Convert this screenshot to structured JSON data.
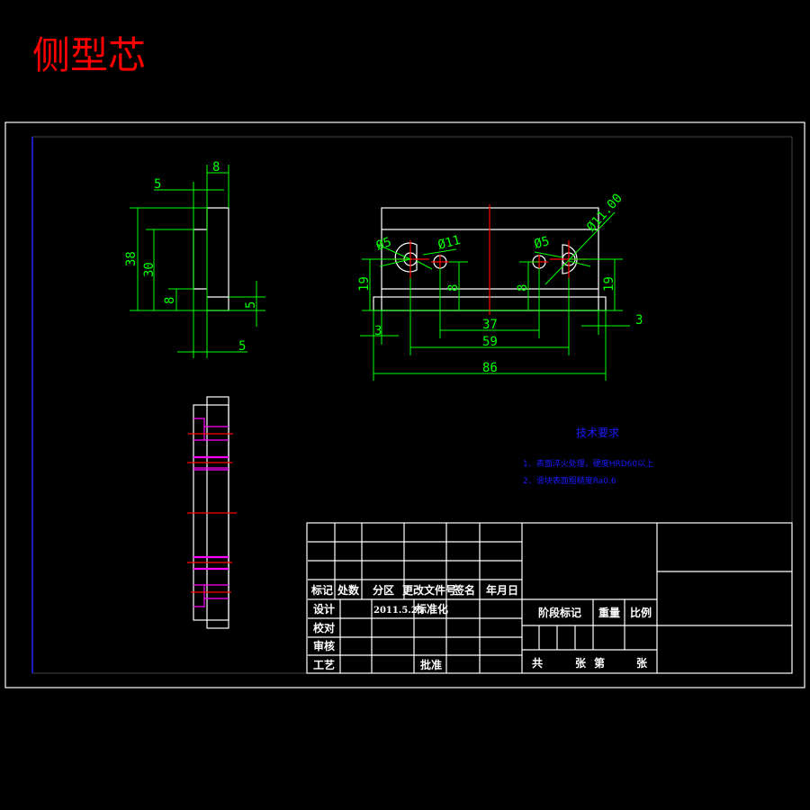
{
  "drawing_title": "侧型芯",
  "colors": {
    "background": "#000000",
    "outline": "#ffffff",
    "dimension": "#00ff00",
    "centerline": "#ff0000",
    "hidden": "#ff00ff",
    "notes": "#1a1aff"
  },
  "top_view_dims": {
    "d_8": "8",
    "d_5_top": "5",
    "d_38": "38",
    "d_30": "30",
    "d_8_left": "8",
    "d_5_right": "5",
    "d_5_bottom": "5"
  },
  "front_view_dims": {
    "dia5_left": "Ø5",
    "dia11_left": "Ø11",
    "dia5_right": "Ø5",
    "dia11_right": "Ø11.00",
    "d_19_left": "19",
    "d_8_left": "8",
    "d_8_right": "8",
    "d_19_right": "19",
    "d_37": "37",
    "d_3_left": "3",
    "d_3_right": "3",
    "d_59": "59",
    "d_86": "86"
  },
  "tech_requirements": {
    "heading": "技术要求",
    "items": [
      "1、表面淬火处理，硬度HRD60以上",
      "2、滑块表面粗糙度Ra0.6"
    ]
  },
  "title_block": {
    "header_row": [
      "标记",
      "处数",
      "分区",
      "更改文件号",
      "签名",
      "年月日"
    ],
    "design": "设计",
    "date": "2011.5.25",
    "standardization": "标准化",
    "check": "校对",
    "review": "审核",
    "process": "工艺",
    "approve": "批准",
    "stage_mark": "阶段标记",
    "weight": "重量",
    "scale": "比例",
    "total": "共",
    "sheets1": "张",
    "number": "第",
    "sheets2": "张"
  }
}
